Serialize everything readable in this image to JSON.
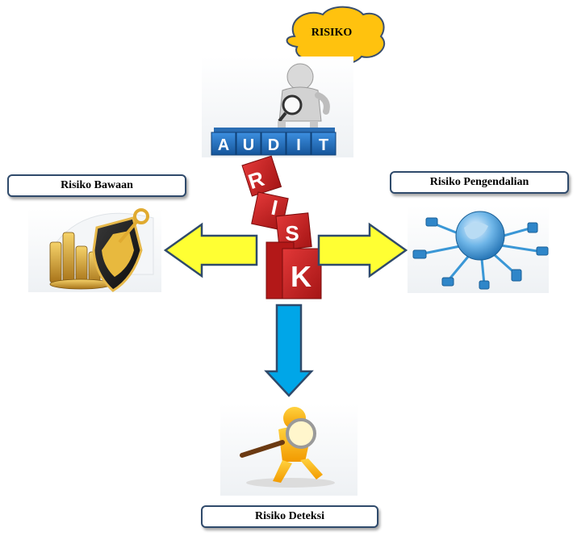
{
  "center": {
    "thought_bubble": "RISIKO",
    "audit_blocks": [
      "A",
      "U",
      "D",
      "I",
      "T"
    ],
    "risk_blocks": [
      "R",
      "I",
      "S",
      "K"
    ]
  },
  "labels": {
    "inherent": "Risiko Bawaan",
    "control": "Risiko Pengendalian",
    "detection": "Risiko Deteksi"
  },
  "colors": {
    "arrow_yellow": "#ffff33",
    "arrow_blue": "#00a6e8",
    "audit_block": "#1e6fbf",
    "risk_block": "#cc1f1f",
    "label_border": "#2f4a6b"
  },
  "icons": {
    "inherent": "coins-shield-key-icon",
    "control": "globe-network-icon",
    "detection": "magnifier-figure-icon",
    "center": "thinking-figure-icon"
  }
}
